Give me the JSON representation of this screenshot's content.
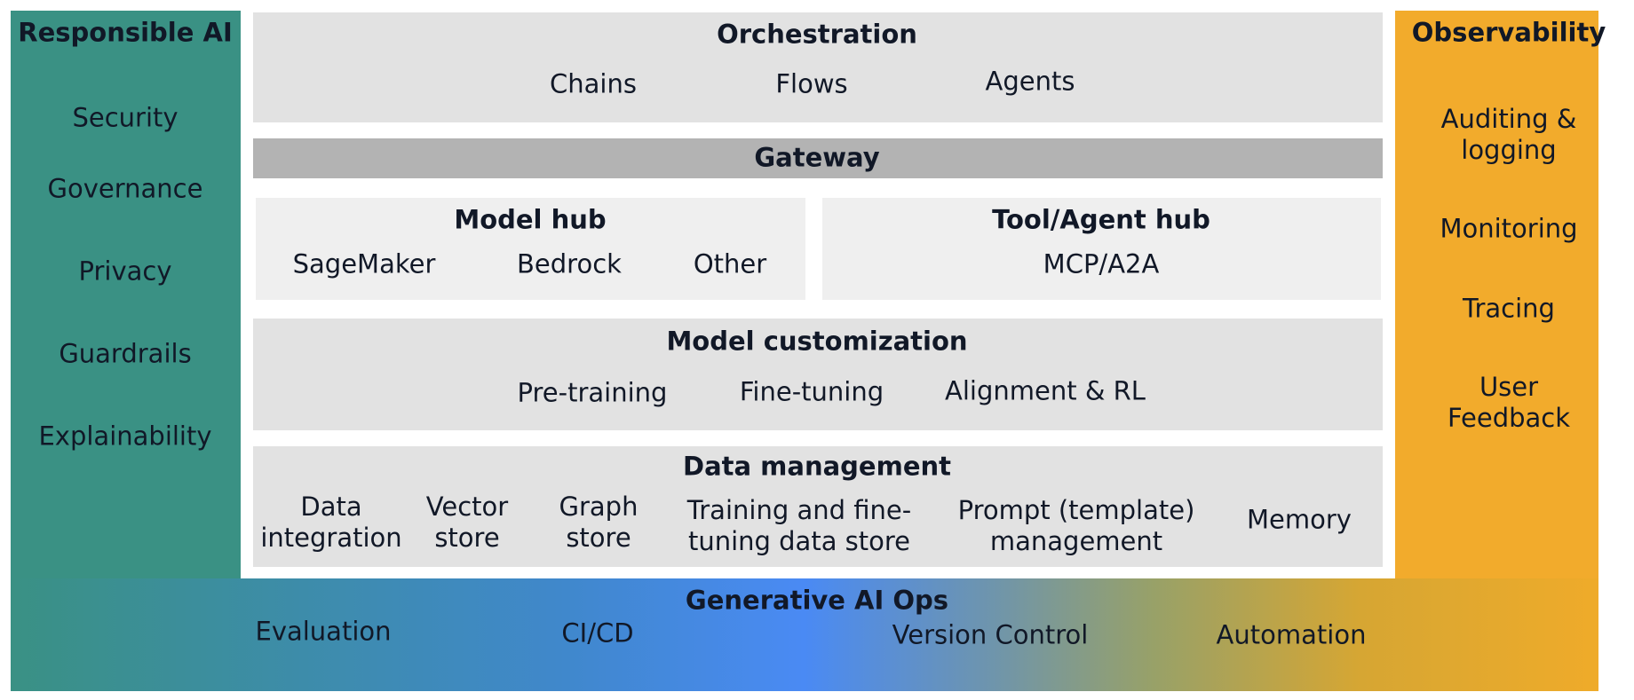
{
  "responsible_ai": {
    "title": "Responsible AI",
    "items": [
      "Security",
      "Governance",
      "Privacy",
      "Guardrails",
      "Explainability"
    ]
  },
  "observability": {
    "title": "Observability",
    "items": [
      "Auditing &\nlogging",
      "Monitoring",
      "Tracing",
      "User\nFeedback"
    ]
  },
  "orchestration": {
    "title": "Orchestration",
    "items": [
      "Chains",
      "Flows",
      "Agents"
    ]
  },
  "gateway": {
    "title": "Gateway"
  },
  "model_hub": {
    "title": "Model hub",
    "items": [
      "SageMaker",
      "Bedrock",
      "Other"
    ]
  },
  "tool_agent_hub": {
    "title": "Tool/Agent hub",
    "items": [
      "MCP/A2A"
    ]
  },
  "model_customization": {
    "title": "Model customization",
    "items": [
      "Pre-training",
      "Fine-tuning",
      "Alignment & RL"
    ]
  },
  "data_management": {
    "title": "Data management",
    "items": [
      "Data\nintegration",
      "Vector\nstore",
      "Graph\nstore",
      "Training and fine-\ntuning data store",
      "Prompt (template)\nmanagement",
      "Memory"
    ]
  },
  "genai_ops": {
    "title": "Generative AI Ops",
    "items": [
      "Evaluation",
      "CI/CD",
      "Version Control",
      "Automation"
    ]
  },
  "colors": {
    "responsible_ai": "#3a9184",
    "observability": "#f2ab2c",
    "ops_mid": "#4a8af4",
    "panel": "#e2e2e2",
    "gateway": "#b3b3b3",
    "hub": "#efefef"
  }
}
